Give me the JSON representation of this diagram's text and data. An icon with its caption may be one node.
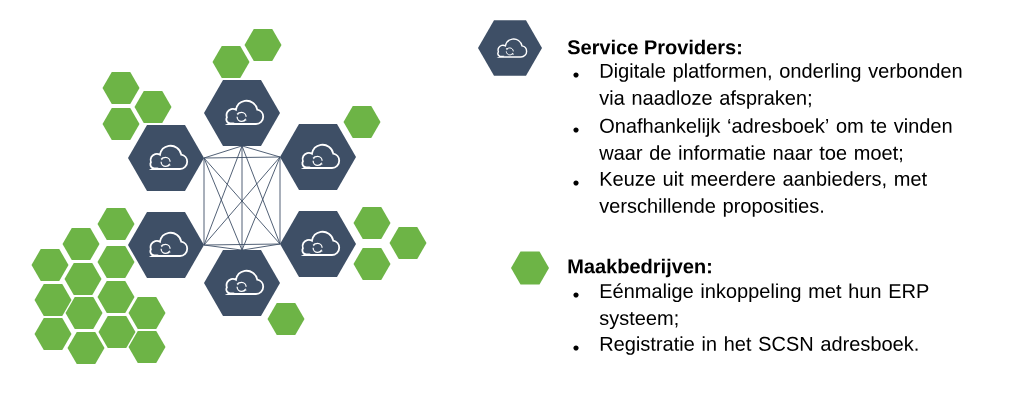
{
  "diagram": {
    "nodes": [
      {
        "text": [],
        "shape": "hexagon"
      },
      {
        "text": [],
        "shape": "hexagon"
      },
      {
        "text": [],
        "shape": "hexagon"
      },
      {
        "text": [],
        "shape": "hexagon"
      },
      {
        "text": [],
        "shape": "hexagon"
      },
      {
        "text": [],
        "shape": "hexagon"
      },
      {
        "text": [],
        "shape": "hexagon"
      },
      {
        "text": [],
        "shape": "hexagon"
      },
      {
        "text": [],
        "shape": "hexagon"
      },
      {
        "text": [],
        "shape": "hexagon"
      },
      {
        "text": [],
        "shape": "hexagon"
      },
      {
        "text": [],
        "shape": "hexagon"
      },
      {
        "text": [],
        "shape": "hexagon"
      },
      {
        "text": [],
        "shape": "hexagon"
      },
      {
        "text": [],
        "shape": "hexagon"
      },
      {
        "text": [],
        "shape": "hexagon"
      },
      {
        "text": [],
        "shape": "hexagon"
      },
      {
        "text": [],
        "shape": "hexagon"
      },
      {
        "text": [],
        "shape": "hexagon"
      },
      {
        "text": [],
        "shape": "hexagon"
      },
      {
        "text": [],
        "shape": "hexagon"
      },
      {
        "text": [],
        "shape": "hexagon"
      },
      {
        "text": [],
        "shape": "hexagon"
      },
      {
        "text": [],
        "shape": "hexagon"
      },
      {
        "text": [],
        "shape": "hexagon"
      },
      {
        "text": [],
        "shape": "hexagon"
      },
      {
        "text": [],
        "shape": "hexagon"
      },
      {
        "text": [],
        "shape": "hexagon"
      },
      {
        "text": [],
        "shape": "hexagon"
      },
      {
        "text": [
          "Service Providers:"
        ],
        "beside": [
          "Digitale platformen, onderling verbonden via naadloze afspraken;",
          "Onafhankelijk ‘adresboek’ om te vinden waar de informatie naar toe moet;",
          "Keuze uit meerdere aanbieders, met verschillende proposities."
        ]
      },
      {
        "text": [
          "Maakbedrijven:"
        ],
        "beside": [
          "Eénmalige inkoppeling met hun ERP systeem;",
          "Registratie in het SCSN adresboek."
        ]
      }
    ],
    "edges": [
      {
        "from": 0,
        "to": 1,
        "arrow": "none"
      },
      {
        "from": 0,
        "to": 2,
        "arrow": "none"
      },
      {
        "from": 0,
        "to": 3,
        "arrow": "none"
      },
      {
        "from": 0,
        "to": 4,
        "arrow": "none"
      },
      {
        "from": 0,
        "to": 5,
        "arrow": "none"
      },
      {
        "from": 1,
        "to": 2,
        "arrow": "none"
      },
      {
        "from": 1,
        "to": 3,
        "arrow": "none"
      },
      {
        "from": 1,
        "to": 4,
        "arrow": "none"
      },
      {
        "from": 1,
        "to": 5,
        "arrow": "none"
      },
      {
        "from": 2,
        "to": 3,
        "arrow": "none"
      },
      {
        "from": 2,
        "to": 4,
        "arrow": "none"
      },
      {
        "from": 2,
        "to": 5,
        "arrow": "none"
      },
      {
        "from": 3,
        "to": 4,
        "arrow": "none"
      },
      {
        "from": 3,
        "to": 5,
        "arrow": "none"
      },
      {
        "from": 4,
        "to": 5,
        "arrow": "none"
      }
    ]
  }
}
